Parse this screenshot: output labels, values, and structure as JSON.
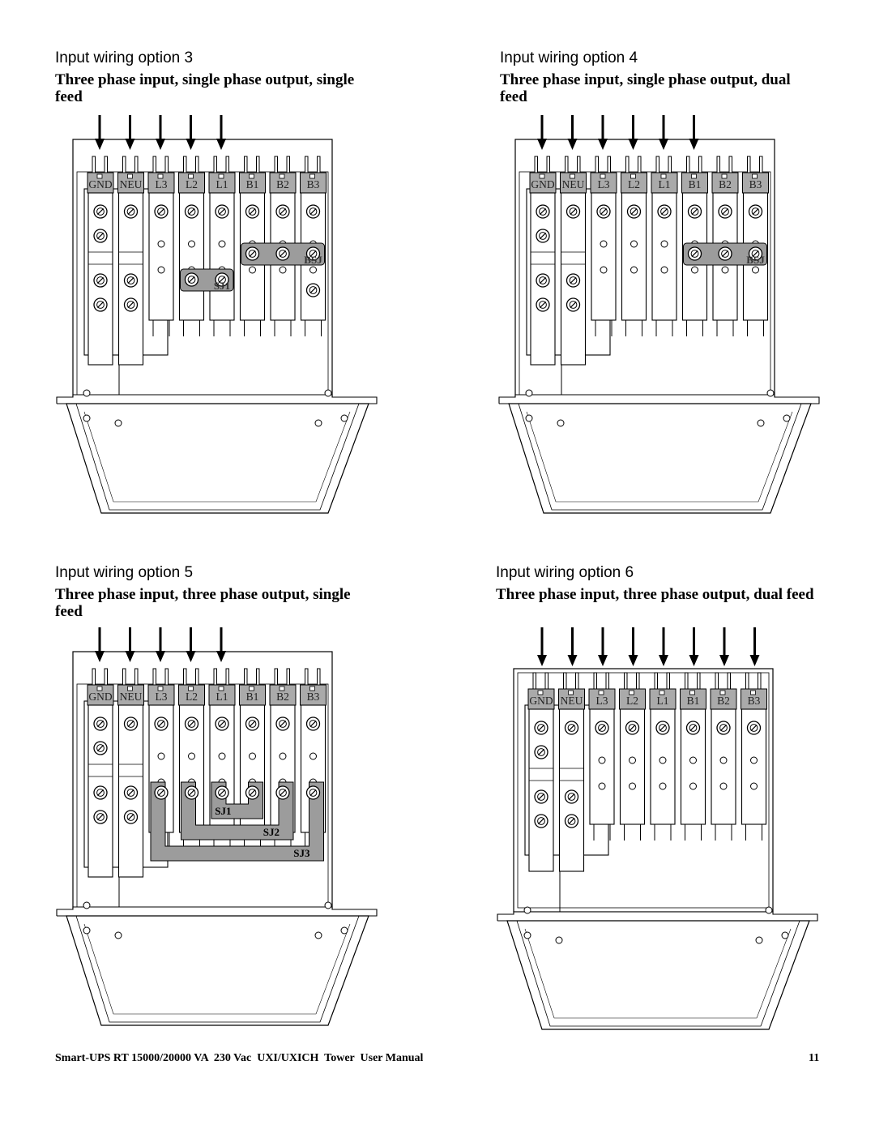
{
  "panels": [
    {
      "id": "option3",
      "title": "Input wiring option 3",
      "subtitle": "Three phase input, single phase output, single feed",
      "arrows": 5,
      "style": "A",
      "terminals": [
        "GND",
        "NEU",
        "L3",
        "L2",
        "L1",
        "B1",
        "B2",
        "B3"
      ],
      "jumpers": [
        {
          "label": "BSJ",
          "from": 5,
          "to": 7,
          "row": 1
        },
        {
          "label": "SJ1",
          "from": 3,
          "to": 4,
          "row": 2
        }
      ],
      "extra_screw": true
    },
    {
      "id": "option4",
      "title": "Input wiring option 4",
      "subtitle": "Three phase input, single phase output, dual feed",
      "arrows": 6,
      "style": "A",
      "terminals": [
        "GND",
        "NEU",
        "L3",
        "L2",
        "L1",
        "B1",
        "B2",
        "B3"
      ],
      "jumpers": [
        {
          "label": "BSJ",
          "from": 5,
          "to": 7,
          "row": 1
        }
      ],
      "extra_screw": false
    },
    {
      "id": "option5",
      "title": "Input wiring option 5",
      "subtitle": "Three phase input, three phase output, single feed",
      "arrows": 5,
      "style": "A",
      "terminals": [
        "GND",
        "NEU",
        "L3",
        "L2",
        "L1",
        "B1",
        "B2",
        "B3"
      ],
      "jumpers": [
        {
          "label": "SJ1",
          "from": 4,
          "to": 5,
          "row": 2
        },
        {
          "label": "SJ2",
          "from": 3,
          "to": 6,
          "row": 2
        },
        {
          "label": "SJ3",
          "from": 2,
          "to": 7,
          "row": 2
        }
      ],
      "extra_screw": false
    },
    {
      "id": "option6",
      "title": "Input wiring option 6",
      "subtitle": "Three phase input, three phase output, dual feed",
      "arrows": 8,
      "style": "B",
      "terminals": [
        "GND",
        "NEU",
        "L3",
        "L2",
        "L1",
        "B1",
        "B2",
        "B3"
      ],
      "jumpers": [],
      "extra_screw": false
    }
  ],
  "footer": {
    "manual_title": "Smart-UPS RT 15000/20000 VA  230 Vac  UXI/UXICH  Tower  User Manual",
    "page_number": "11"
  }
}
